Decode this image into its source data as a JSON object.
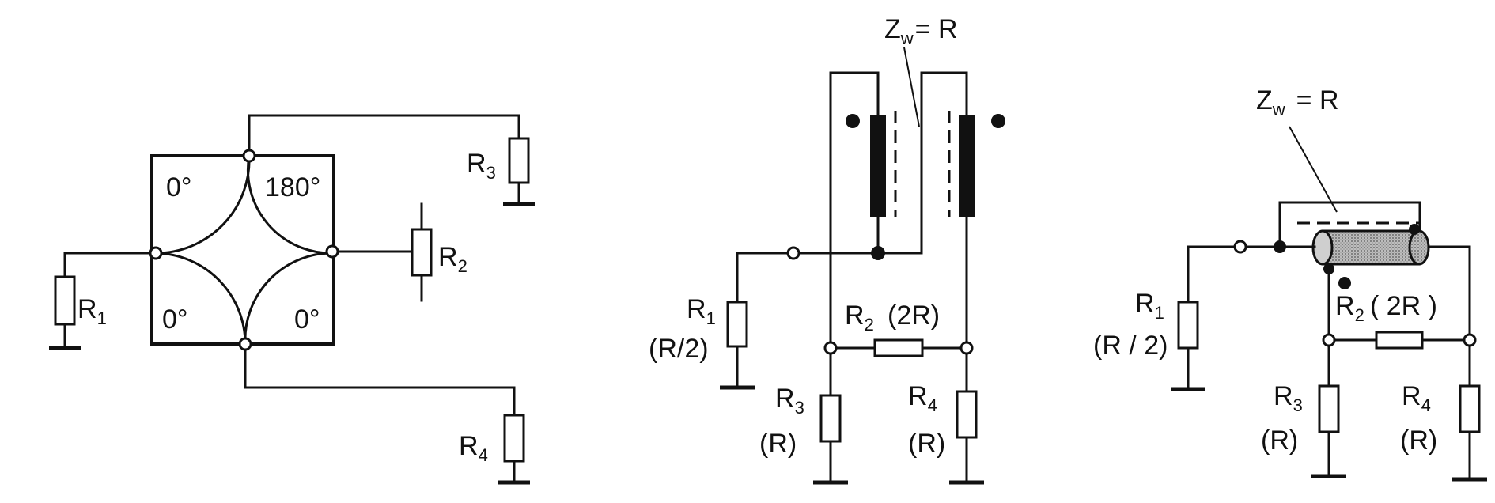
{
  "left": {
    "ports": [
      "0°",
      "180°",
      "0°",
      "0°"
    ],
    "r1": {
      "main": "R",
      "sub": "1"
    },
    "r2": {
      "main": "R",
      "sub": "2"
    },
    "r3": {
      "main": "R",
      "sub": "3"
    },
    "r4": {
      "main": "R",
      "sub": "4"
    }
  },
  "middle": {
    "zw": {
      "main": "Z",
      "sub": "w",
      "rest": "= R"
    },
    "r1": {
      "main": "R",
      "sub": "1",
      "value": "(R/2)"
    },
    "r2": {
      "main": "R",
      "sub": "2",
      "value": "(2R)"
    },
    "r3": {
      "main": "R",
      "sub": "3",
      "value": "(R)"
    },
    "r4": {
      "main": "R",
      "sub": "4",
      "value": "(R)"
    }
  },
  "right": {
    "zw": {
      "main": "Z",
      "sub": "w",
      "rest": "= R"
    },
    "r1": {
      "main": "R",
      "sub": "1",
      "value": "(R / 2)"
    },
    "r2": {
      "main": "R",
      "sub": "2",
      "value": "( 2R )"
    },
    "r3": {
      "main": "R",
      "sub": "3",
      "value": "(R)"
    },
    "r4": {
      "main": "R",
      "sub": "4",
      "value": "(R)"
    }
  }
}
